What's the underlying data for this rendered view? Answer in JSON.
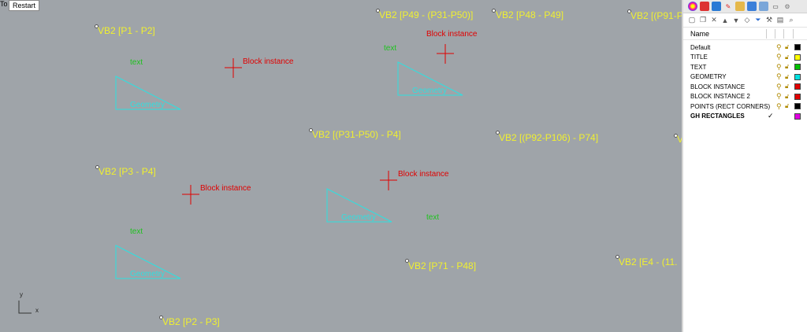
{
  "tooltip": "Restart",
  "viewport_title": "To",
  "point_labels": [
    "VB2 [P1 - P2]",
    "VB2 [P49 - (P31-P50)]",
    "VB2 [P48 - P49]",
    "VB2 [(P91-P",
    "VB2 [(P31-P50) - P4]",
    "VB2 [(P92-P106) - P74]",
    "V",
    "VB2 [P3 - P4]",
    "VB2 [P71 - P48]",
    "VB2 [E4 - (11.",
    "VB2 [P2 - P3]"
  ],
  "block_label": "Block instance",
  "text_label": "text",
  "geometry_label": "Geometry",
  "axis": {
    "y": "y",
    "x": "x"
  },
  "layers_panel": {
    "column_header": "Name",
    "layers": [
      {
        "name": "Default",
        "color": "#000000",
        "current": false
      },
      {
        "name": "TITLE",
        "color": "#ffff00",
        "current": false
      },
      {
        "name": "TEXT",
        "color": "#00c000",
        "current": false
      },
      {
        "name": "GEOMETRY",
        "color": "#00e0e0",
        "current": false
      },
      {
        "name": "BLOCK INSTANCE",
        "color": "#e00000",
        "current": false
      },
      {
        "name": "BLOCK INSTANCE 2",
        "color": "#e00000",
        "current": false
      },
      {
        "name": "POINTS (RECT CORNERS)",
        "color": "#000000",
        "current": false
      },
      {
        "name": "GH RECTANGLES",
        "color": "#e000e0",
        "current": true,
        "current_mark": "✓"
      }
    ]
  }
}
